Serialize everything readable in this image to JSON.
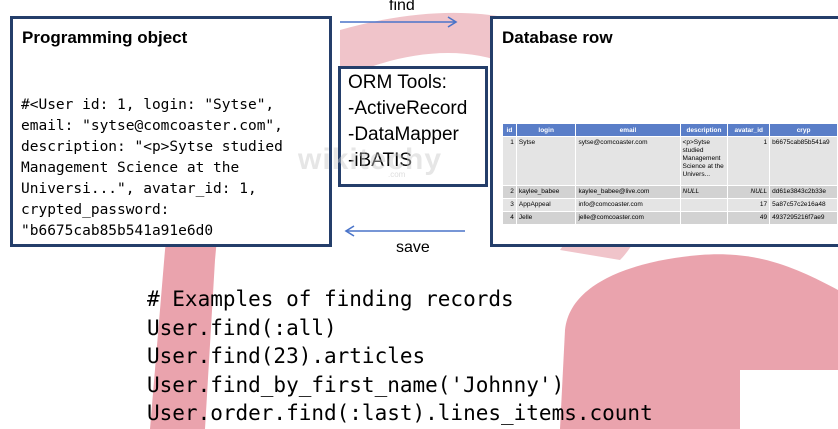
{
  "arrows": {
    "top_label": "find",
    "bottom_label": "save"
  },
  "left_panel": {
    "title": "Programming object",
    "lines": [
      "#<User id: 1, login: \"Sytse\",",
      "email: \"sytse@comcoaster.com\",",
      "description: \"<p>Sytse studied",
      "Management Science at the",
      "Universi...\", avatar_id: 1,",
      "crypted_password:",
      "\"b6675cab85b541a91e6d0"
    ]
  },
  "orm_panel": {
    "lines": [
      "ORM Tools:",
      "-ActiveRecord",
      "-DataMapper",
      "-iBATIS"
    ]
  },
  "right_panel": {
    "title": "Database row",
    "table": {
      "headers": [
        "id",
        "login",
        "email",
        "description",
        "avatar_id",
        "cryp"
      ],
      "rows": [
        [
          "1",
          "Sytse",
          "sytse@comcoaster.com",
          "<p>Sytse studied Management Science at the Univers...",
          "1",
          "b6675cab85b541a9"
        ],
        [
          "2",
          "kaylee_babee",
          "kaylee_babee@live.com",
          "NULL",
          "NULL",
          "dd61e3843c2b33e"
        ],
        [
          "3",
          "AppAppeal",
          "info@comcoaster.com",
          "",
          "17",
          "5a87c57c2e16a48"
        ],
        [
          "4",
          "Jelle",
          "jelle@comcoaster.com",
          "",
          "49",
          "4937295216f7ae9"
        ]
      ]
    }
  },
  "code": {
    "lines": [
      "# Examples of finding records",
      "User.find(:all)",
      "User.find(23).articles",
      "User.find_by_first_name('Johnny')",
      "User.order.find(:last).lines_items.count"
    ]
  },
  "watermark": {
    "text": "wikitechy",
    "sub": ".com"
  },
  "colors": {
    "frame": "#243e6a",
    "arrow": "#4a74c9",
    "table_header": "#5a7ec8",
    "background_swoosh": "#eaa3ad"
  }
}
